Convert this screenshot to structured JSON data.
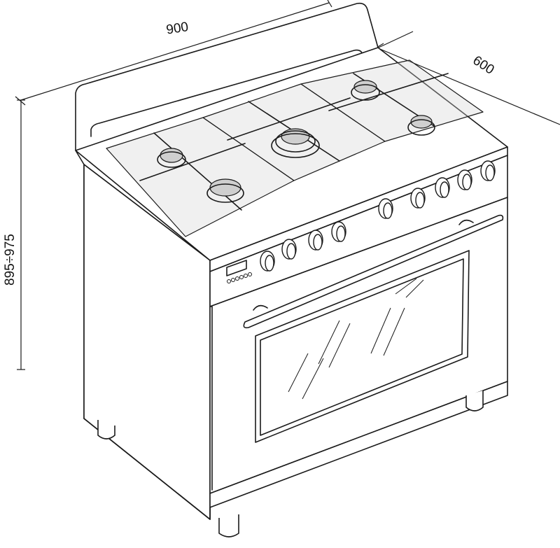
{
  "diagram": {
    "subject": "Freestanding range cooker with 5 gas burners and oven",
    "dimensions": {
      "width_label": "900",
      "depth_label": "600",
      "height_label": "895÷975"
    },
    "components": {
      "burners": 5,
      "control_knobs": 9,
      "display_buttons": 6,
      "oven_door_handle": 1,
      "feet_visible": 3
    }
  }
}
